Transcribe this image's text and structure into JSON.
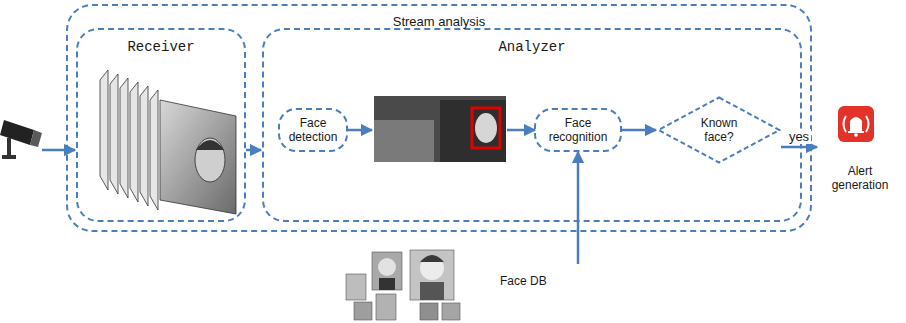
{
  "diagram": {
    "nodes": [
      {
        "text": [
          "Stream analysis"
        ]
      },
      {
        "text": [
          "Receiver"
        ],
        "in": 0
      },
      {
        "text": [
          "Analyzer"
        ],
        "in": 0
      },
      {
        "text": [
          "Face detection"
        ],
        "in": 2
      },
      {
        "text": [
          "Face recognition"
        ],
        "in": 2
      },
      {
        "text": [
          "Known face?"
        ],
        "in": 2
      },
      {
        "text": [
          "Alert generation"
        ]
      },
      {
        "text": [
          "Face DB"
        ]
      }
    ],
    "edges": [
      {
        "from": 1,
        "to": 2,
        "arrow": "to"
      },
      {
        "from": 4,
        "to": 5,
        "arrow": "to"
      },
      {
        "from": 5,
        "to": 6,
        "label": "yes",
        "arrow": "to"
      },
      {
        "from": 7,
        "to": 4,
        "arrow": "to"
      }
    ]
  }
}
